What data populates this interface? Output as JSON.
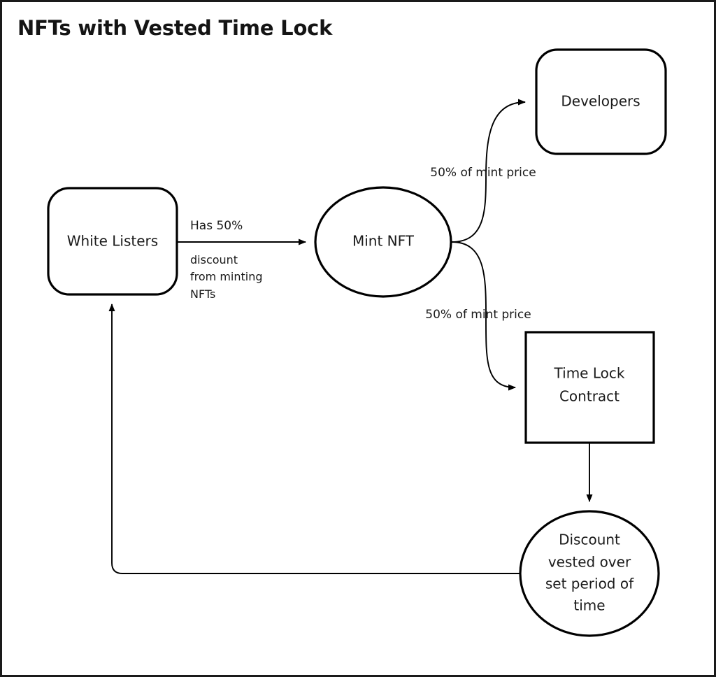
{
  "diagram": {
    "title": "NFTs with Vested Time Lock",
    "nodes": {
      "white_listers": {
        "label": "White Listers",
        "shape": "rounded-rect"
      },
      "mint_nft": {
        "label": "Mint NFT",
        "shape": "ellipse"
      },
      "developers": {
        "label": "Developers",
        "shape": "rounded-rect"
      },
      "time_lock_contract": {
        "label_line1": "Time Lock",
        "label_line2": "Contract",
        "shape": "rect"
      },
      "discount_vested": {
        "label_line1": "Discount",
        "label_line2": "vested over",
        "label_line3": "set period of",
        "label_line4": "time",
        "shape": "circle"
      }
    },
    "edges": {
      "whitelisters_to_mint": {
        "label_line1": "Has 50%",
        "label_line2": "discount",
        "label_line3": " from minting",
        "label_line4": "NFTs"
      },
      "mint_to_developers": {
        "label": "50% of mint price"
      },
      "mint_to_timelock": {
        "label": "50% of mint price"
      },
      "timelock_to_discount": {
        "label": ""
      },
      "discount_to_whitelisters": {
        "label": ""
      }
    },
    "colors": {
      "stroke": "#000000",
      "background": "#ffffff",
      "text": "#1a1a1a",
      "border": "#1a1a1a"
    }
  }
}
